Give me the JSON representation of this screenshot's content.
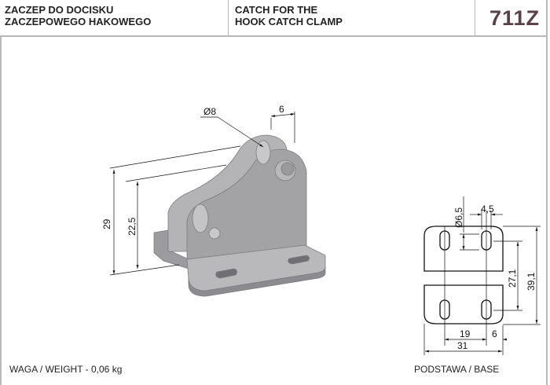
{
  "header": {
    "title_pl_line1": "ZACZEP DO DOCISKU",
    "title_pl_line2": "ZACZEPOWEGO HAKOWEGO",
    "title_en_line1": "CATCH FOR THE",
    "title_en_line2": "HOOK CATCH CLAMP",
    "code": "711Z"
  },
  "iso_view": {
    "dims": {
      "pin_diameter": "Ø8",
      "width": "6",
      "height_total": "29",
      "height_pin": "22,5"
    }
  },
  "base_view": {
    "dims": {
      "hole_diameter": "Ø6,5",
      "slot_width": "4,5",
      "inner_spacing": "27,1",
      "outer_height": "39,1",
      "hole_spacing": "19",
      "edge_offset": "6",
      "total_width": "31"
    }
  },
  "footer": {
    "weight": "WAGA / WEIGHT - 0,06 kg",
    "base_label": "PODSTAWA / BASE"
  },
  "colors": {
    "code": "#5a4048",
    "border": "#b8b8b8",
    "part": "#a9a9ab"
  }
}
